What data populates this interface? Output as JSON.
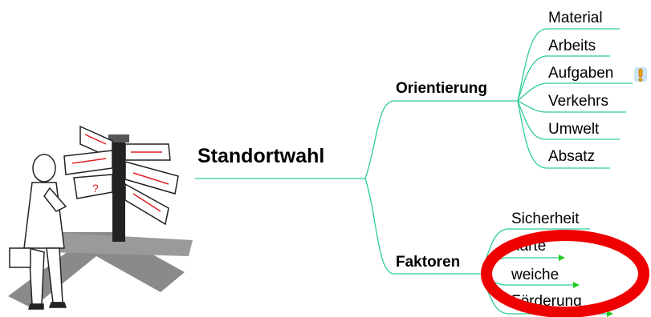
{
  "mindmap": {
    "root": "Standortwahl",
    "branches": [
      {
        "label": "Orientierung",
        "children": [
          "Material",
          "Arbeits",
          "Aufgaben",
          "Verkehrs",
          "Umwelt",
          "Absatz"
        ]
      },
      {
        "label": "Faktoren",
        "children": [
          "Sicherheit",
          "harte",
          "weiche",
          "Förderung"
        ]
      }
    ]
  },
  "colors": {
    "connector": "#2ecc9a",
    "expand_arrow": "#22cc22",
    "highlight_ring": "#ee0000",
    "note_icon": "#f2a20c"
  },
  "icons": {
    "note": "exclamation-note-icon",
    "illustration": "signpost-illustration"
  }
}
